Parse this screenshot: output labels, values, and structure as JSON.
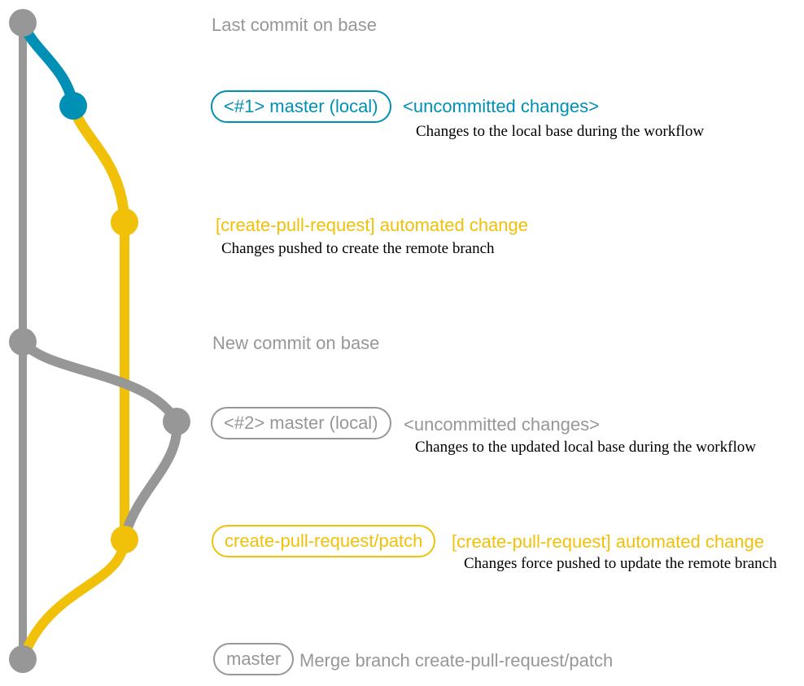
{
  "colors": {
    "gray": "#979797",
    "blue": "#008fb5",
    "yellow": "#f1c109",
    "ink": "#000000",
    "bg": "#ffffff"
  },
  "graph": {
    "row_last_commit": {
      "label": "Last commit on base"
    },
    "row_master_local_1": {
      "branch_pill": "<#1> master (local)",
      "note_title": "<uncommitted changes>",
      "note_desc": "Changes to the local base during the workflow"
    },
    "row_automated_change_1": {
      "title": "[create-pull-request] automated change",
      "desc": "Changes pushed to create the remote branch"
    },
    "row_new_commit": {
      "label": "New commit on base"
    },
    "row_master_local_2": {
      "branch_pill": "<#2> master (local)",
      "note_title": "<uncommitted changes>",
      "note_desc": "Changes to the updated local base during the workflow"
    },
    "row_automated_change_2": {
      "branch_pill": "create-pull-request/patch",
      "title": "[create-pull-request] automated change",
      "desc": "Changes force pushed to update the remote branch"
    },
    "row_merge": {
      "branch_pill": "master",
      "label": "Merge branch create-pull-request/patch"
    }
  }
}
